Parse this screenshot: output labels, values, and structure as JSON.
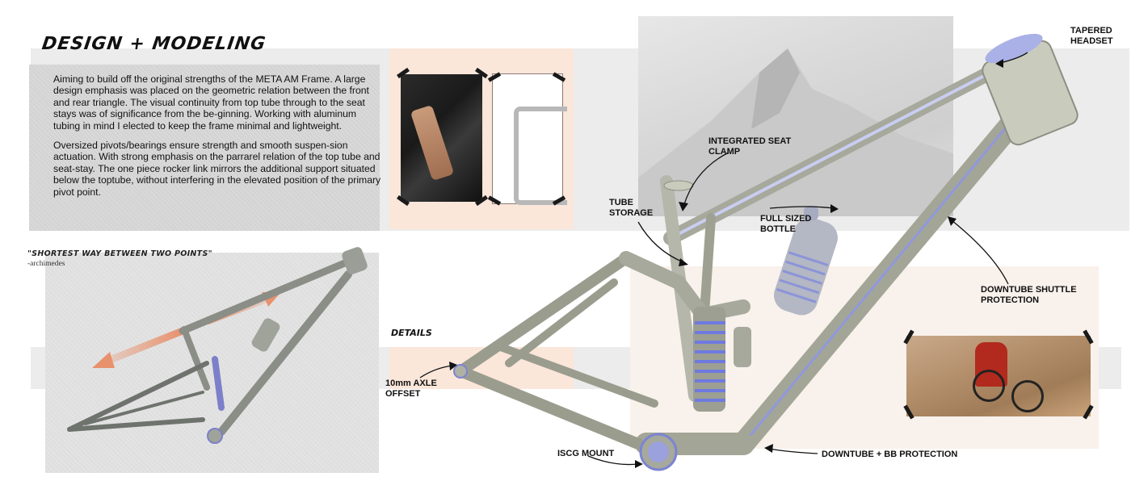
{
  "heading": "DESIGN + MODELING",
  "body": {
    "paragraphs": [
      "Aiming to build off the original strengths of the META AM Frame. A large design emphasis was placed on the geometric relation between the front and rear triangle. The visual continuity from top tube through to the seat stays was of significance from the be-ginning. Working with aluminum tubing in mind I elected to keep the frame minimal and lightweight.",
      "Oversized pivots/bearings ensure strength and smooth suspen-sion actuation. With strong emphasis on the parrarel relation of the top tube and seat-stay. The one piece rocker link mirrors the additional support situated below the toptube, without interfering in the elevated position of the primary pivot point."
    ]
  },
  "quote": {
    "text": "\"SHORTEST WAY BETWEEN TWO POINTS\"",
    "author": "-archimedes"
  },
  "details_label": "DETAILS",
  "callouts": {
    "tapered_headset": [
      "TAPERED",
      "HEADSET"
    ],
    "integrated_seat_clamp": [
      "INTEGRATED SEAT",
      "CLAMP"
    ],
    "tube_storage": [
      "TUBE",
      "STORAGE"
    ],
    "full_sized_bottle": [
      "FULL SIZED",
      "BOTTLE"
    ],
    "downtube_shuttle_protection": [
      "DOWNTUBE SHUTTLE",
      "PROTECTION"
    ],
    "axle_offset": [
      "10mm AXLE",
      "OFFSET"
    ],
    "iscg_mount": [
      "ISCG MOUNT"
    ],
    "downtube_bb_protection": [
      "DOWNTUBE + BB PROTECTION"
    ]
  },
  "colors": {
    "frame_metal": "#a8ab9c",
    "frame_highlight": "#8f9ae0",
    "arrow_orange": "#e89572",
    "peach_band": "#fbe6da",
    "grey_band": "#ececec",
    "text": "#111111"
  }
}
